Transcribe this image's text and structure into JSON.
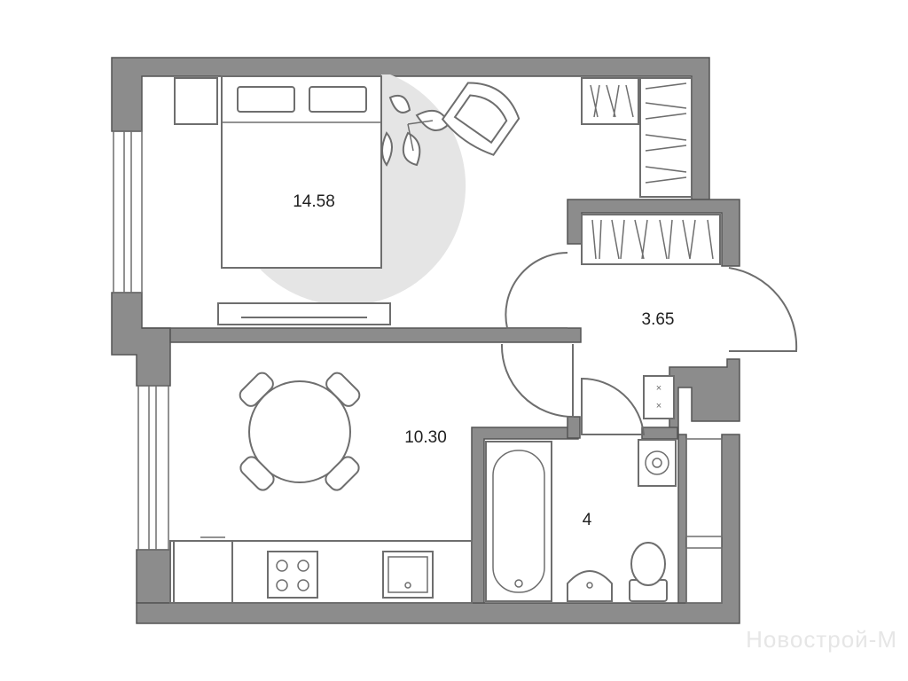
{
  "rooms": {
    "bedroom": {
      "area": "14.58"
    },
    "kitchen": {
      "area": "10.30"
    },
    "hall": {
      "area": "3.65"
    },
    "bathroom": {
      "area": "4"
    }
  },
  "watermark": "Новострой-М",
  "colors": {
    "wall": "#8c8c8c",
    "line": "#6e6e6e",
    "rug": "#e5e5e5"
  }
}
